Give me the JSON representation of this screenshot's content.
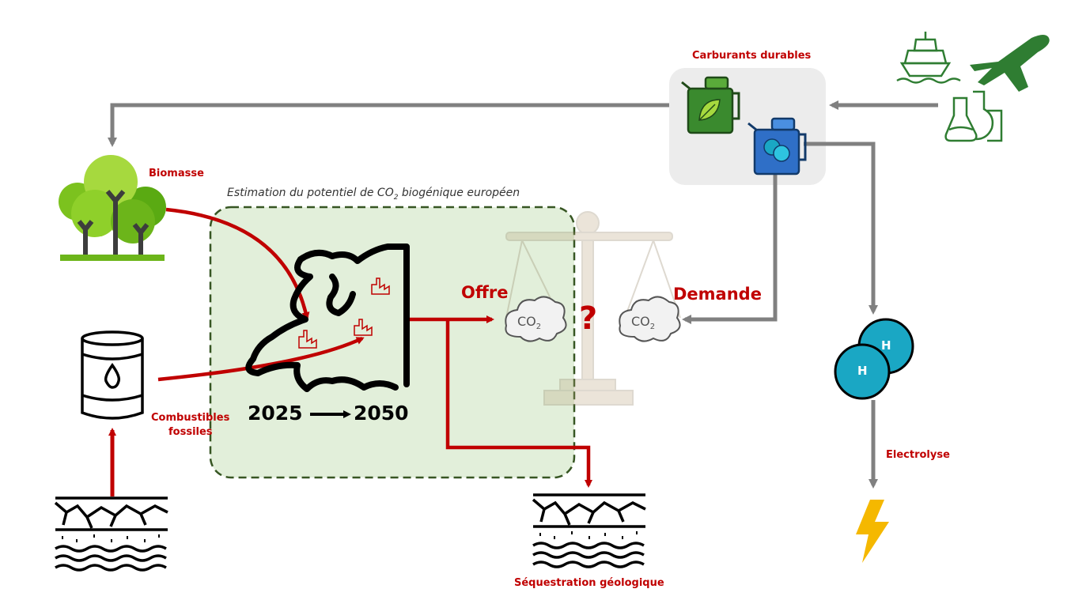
{
  "labels": {
    "carburants_durables": "Carburants durables",
    "biomasse": "Biomasse",
    "combustibles_line1": "Combustibles",
    "combustibles_line2": "fossiles",
    "sequestration": "Séquestration géologique",
    "electrolyse": "Electrolyse",
    "offre": "Offre",
    "demande": "Demande",
    "estimation_prefix": "Estimation du potentiel de CO",
    "estimation_sub": "2",
    "estimation_suffix": " biogénique européen",
    "year_start": "2025",
    "year_end": "2050",
    "question_mark": "?",
    "co2_main": "CO",
    "co2_sub": "2",
    "hydrogen": "H"
  },
  "colors": {
    "red_flow": "#c00000",
    "grey_flow": "#808080",
    "region_fill": "#e2efda",
    "region_border": "#375623",
    "carburants_box": "#ececec",
    "green_can": "#3a8a2e",
    "blue_can": "#2f6fc7",
    "hydrogen": "#1aa7c4",
    "bolt": "#f5b800"
  },
  "icons": [
    "tree-cluster-icon",
    "oil-barrel-icon",
    "rock-strata-icon",
    "europe-map-icon",
    "factory-icon",
    "balance-scale-icon",
    "co2-cloud-icon",
    "fuel-can-bio-icon",
    "fuel-can-co2-icon",
    "ship-icon",
    "airplane-icon",
    "lab-flask-icon",
    "hydrogen-molecule-icon",
    "lightning-bolt-icon"
  ]
}
